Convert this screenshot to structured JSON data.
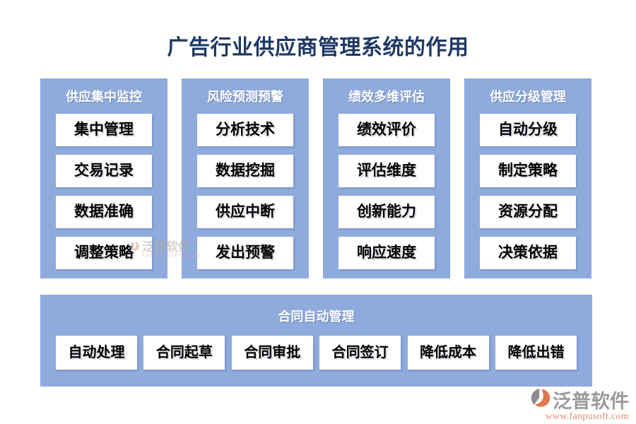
{
  "title": "广告行业供应商管理系统的作用",
  "columns": [
    {
      "header": "供应集中监控",
      "items": [
        "集中管理",
        "交易记录",
        "数据准确",
        "调整策略"
      ]
    },
    {
      "header": "风险预测预警",
      "items": [
        "分析技术",
        "数据挖掘",
        "供应中断",
        "发出预警"
      ]
    },
    {
      "header": "绩效多维评估",
      "items": [
        "绩效评价",
        "评估维度",
        "创新能力",
        "响应速度"
      ]
    },
    {
      "header": "供应分级管理",
      "items": [
        "自动分级",
        "制定策略",
        "资源分配",
        "决策依据"
      ]
    }
  ],
  "bottom_band": {
    "header": "合同自动管理",
    "items": [
      "自动处理",
      "合同起草",
      "合同审批",
      "合同签订",
      "降低成本",
      "降低出错"
    ]
  },
  "watermark": {
    "brand": "泛普软件",
    "brand_en": "FANPU SOFTWARE"
  },
  "footer_logo": {
    "brand": "泛普软件",
    "url": "www.fanpusoft.com"
  },
  "colors": {
    "panel_blue": "#8FAADC",
    "title_navy": "#1F3864",
    "item_text": "#000000",
    "logo_gray": "#9A9A9A",
    "logo_orange": "#E0764E",
    "url_salmon": "#DD8D72"
  }
}
